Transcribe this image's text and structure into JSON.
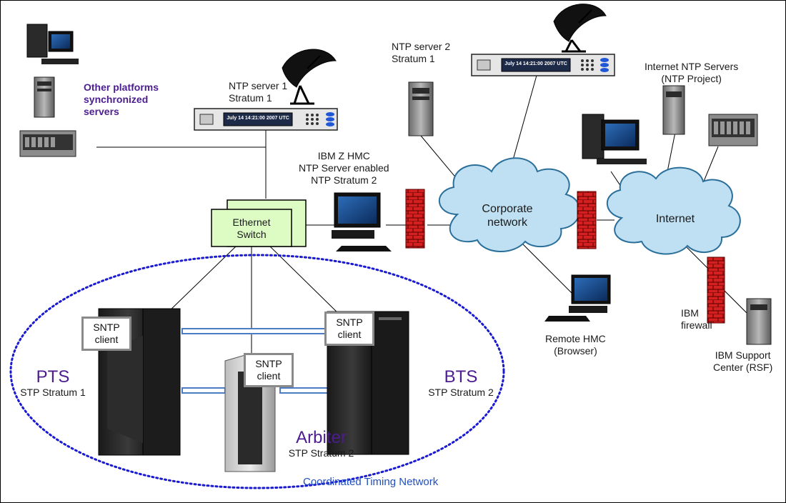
{
  "colors": {
    "purple": "#4b1d8f",
    "ctn_ellipse": "#1a1ad0",
    "firewall_red": "#d42020",
    "cloud_fill": "#bfe0f2",
    "switch_fill": "#dcfcc4",
    "link_blue": "#4c7cc4"
  },
  "ntp_server1": {
    "line1": "NTP server 1",
    "line2": "Stratum 1",
    "display": "July 14 14:21:00 2007 UTC"
  },
  "ntp_server2": {
    "line1": "NTP server 2",
    "line2": "Stratum 1",
    "display": "July 14 14:21:00 2007 UTC"
  },
  "other_platforms": {
    "line1": "Other platforms",
    "line2": "synchronized",
    "line3": "servers"
  },
  "internet_ntp": {
    "line1": "Internet NTP Servers",
    "line2": "(NTP Project)"
  },
  "hmc": {
    "line1": "IBM Z HMC",
    "line2": "NTP Server enabled",
    "line3": "NTP Stratum 2"
  },
  "switch": {
    "line1": "Ethernet",
    "line2": "Switch"
  },
  "clouds": {
    "corporate_line1": "Corporate",
    "corporate_line2": "network",
    "internet": "Internet"
  },
  "remote_hmc": {
    "line1": "Remote HMC",
    "line2": "(Browser)"
  },
  "ibm_firewall": {
    "line1": "IBM",
    "line2": "firewall"
  },
  "support_center": {
    "line1": "IBM Support",
    "line2": "Center (RSF)"
  },
  "sntp": {
    "line1": "SNTP",
    "line2": "client"
  },
  "pts": {
    "title": "PTS",
    "sub": "STP Stratum 1"
  },
  "bts": {
    "title": "BTS",
    "sub": "STP Stratum 2"
  },
  "arbiter": {
    "title": "Arbiter",
    "sub": "STP Stratum 2"
  },
  "ctn": {
    "label": "Coordinated Timing Network"
  }
}
